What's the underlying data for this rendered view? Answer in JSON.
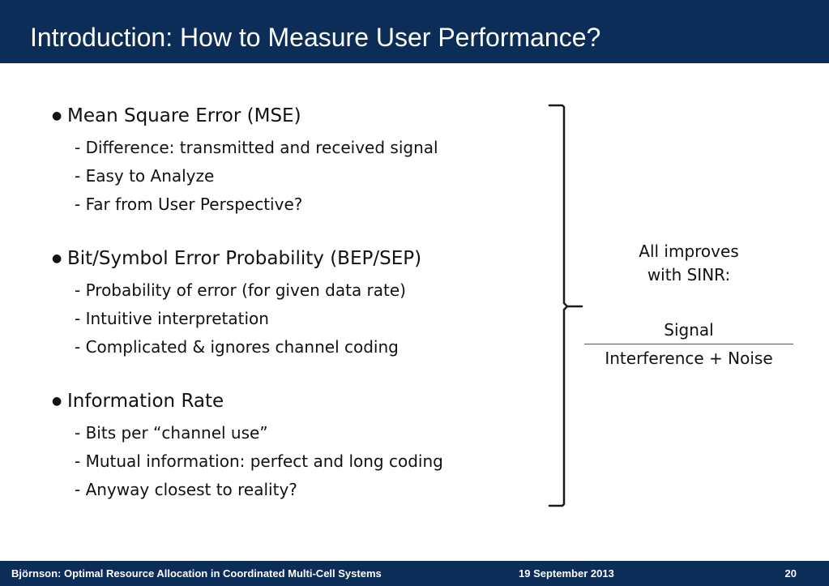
{
  "slide": {
    "title": "Introduction: How to Measure User Performance?",
    "sections": [
      {
        "heading": "Mean Square Error (MSE)",
        "items": [
          "- Difference: transmitted and received signal",
          "- Easy to Analyze",
          "- Far from User Perspective?"
        ]
      },
      {
        "heading": "Bit/Symbol Error Probability (BEP/SEP)",
        "items": [
          "- Probability of error (for given data rate)",
          "- Intuitive interpretation",
          "- Complicated & ignores channel coding"
        ]
      },
      {
        "heading": "Information Rate",
        "items": [
          "- Bits per “channel use”",
          "- Mutual information: perfect and long coding",
          "- Anyway closest to reality?"
        ]
      }
    ],
    "side_note": {
      "line1": "All improves",
      "line2": "with SINR:",
      "numerator": "Signal",
      "denominator": "Interference + Noise"
    }
  },
  "footer": {
    "left": "Björnson: Optimal Resource Allocation in Coordinated Multi-Cell Systems",
    "date": "19 September 2013",
    "page": "20"
  },
  "colors": {
    "header_bg": "#0b2d57",
    "text": "#111111"
  }
}
